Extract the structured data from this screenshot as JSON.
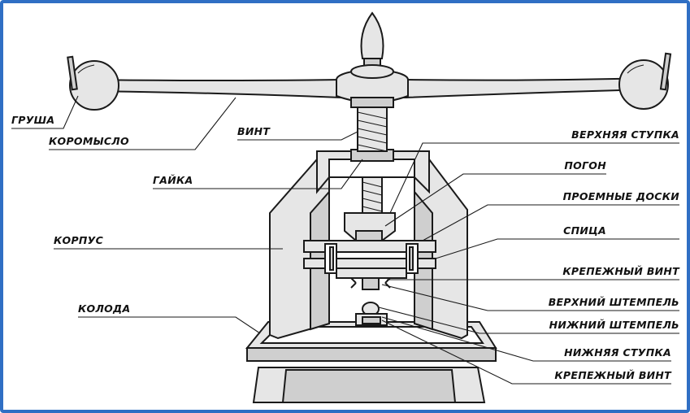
{
  "labels": {
    "grusha": "ГРУША",
    "koromyslo": "КОРОМЫСЛО",
    "vint": "ВИНТ",
    "gaika": "ГАЙКА",
    "korpus": "КОРПУС",
    "koloda": "КОЛОДА",
    "verkhnyaya_stupka": "ВЕРХНЯЯ СТУПКА",
    "pogon": "ПОГОН",
    "proemnye_doski": "ПРОЕМНЫЕ ДОСКИ",
    "spitsa": "СПИЦА",
    "krepezhny_vint_1": "КРЕПЕЖНЫЙ ВИНТ",
    "verkhny_shtempel": "ВЕРХНИЙ ШТЕМПЕЛЬ",
    "nizhny_shtempel": "НИЖНИЙ ШТЕМПЕЛЬ",
    "nizhnyaya_stupka": "НИЖНЯЯ СТУПКА",
    "krepezhny_vint_2": "КРЕПЕЖНЫЙ ВИНТ"
  },
  "colors": {
    "frame": "#2f6fc4",
    "ink": "#1a1a1a"
  }
}
